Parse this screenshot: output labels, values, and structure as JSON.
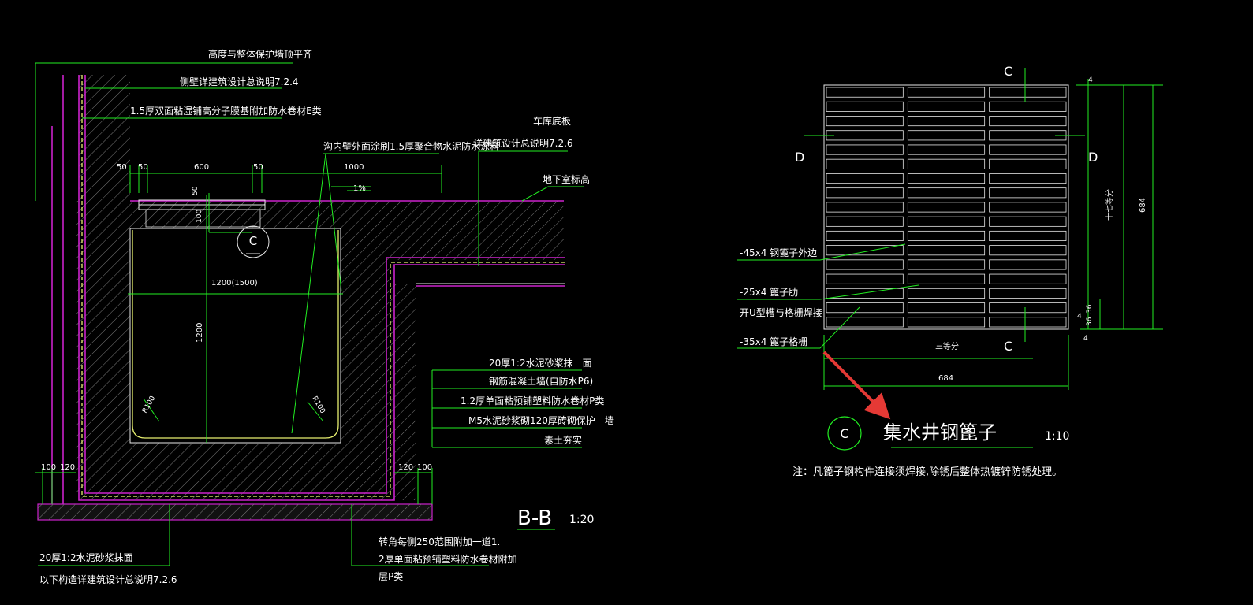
{
  "section_bb": {
    "title": "B-B",
    "scale": "1:20",
    "callouts": {
      "top_flush": "高度与整体保护墙顶平齐",
      "side_wall": "侧壁详建筑设计总说明7.2.4",
      "membrane_e": "1.5厚双面粘湿铺高分子膜基附加防水卷材E类",
      "pit_coating": "沟内壁外面涂刷1.5厚聚合物水泥防水涂料",
      "garage_floor": "车库底板",
      "garage_floor_ref": "详建筑设计总说明7.2.6",
      "basement_level": "地下室标高",
      "slope": "1%",
      "bottom_left_1": "20厚1:2水泥砂浆抹面",
      "bottom_left_2": "以下构造详建筑设计总说明7.2.6",
      "bottom_mid_1": "转角每侧250范围附加一道1.",
      "bottom_mid_2": "2厚单面粘预铺塑料防水卷材附加",
      "bottom_mid_3": "层P类"
    },
    "legend": [
      "20厚1:2水泥砂浆抹　面",
      "钢筋混凝土墙(自防水P6)",
      "1.2厚单面粘预铺塑料防水卷材P类",
      "M5水泥砂浆砌120厚砖砌保护　墙",
      "素土夯实"
    ],
    "dims": {
      "d50a": "50",
      "d50b": "50",
      "d600": "600",
      "d50c": "50",
      "d1000": "1000",
      "v50": "50",
      "v100": "100",
      "width": "1200(1500)",
      "height": "1200",
      "r_left": "R100",
      "r_right": "R100",
      "b100a": "100",
      "b120a": "120",
      "b120b": "120",
      "b100b": "100"
    },
    "section_mark": "C"
  },
  "grate_plan": {
    "title": "集水井钢篦子",
    "scale": "1:10",
    "mark": "C",
    "cut_c_top": "C",
    "cut_c_bottom": "C",
    "cut_d_left": "D",
    "cut_d_right": "D",
    "labels": {
      "edge_bar": "-45x4 钢篦子外边",
      "bar": "-25x4 篦子肋",
      "slot_weld": "开U型槽与格栅焊接",
      "frame_bar": "-35x4 篦子格栅"
    },
    "dims": {
      "width": "684",
      "width_eq": "三等分",
      "height": "684",
      "height_eq": "十七等分",
      "top_small": "4",
      "s36a": "36",
      "s36b": "36",
      "s4a": "4",
      "s4b": "4"
    },
    "note": "注：凡篦子钢构件连接须焊接,除锈后整体热镀锌防锈处理。"
  },
  "colors": {
    "background": "#000000",
    "lines": "#22ee22",
    "arrow": "#e53935",
    "layer": "#cc22cc"
  }
}
